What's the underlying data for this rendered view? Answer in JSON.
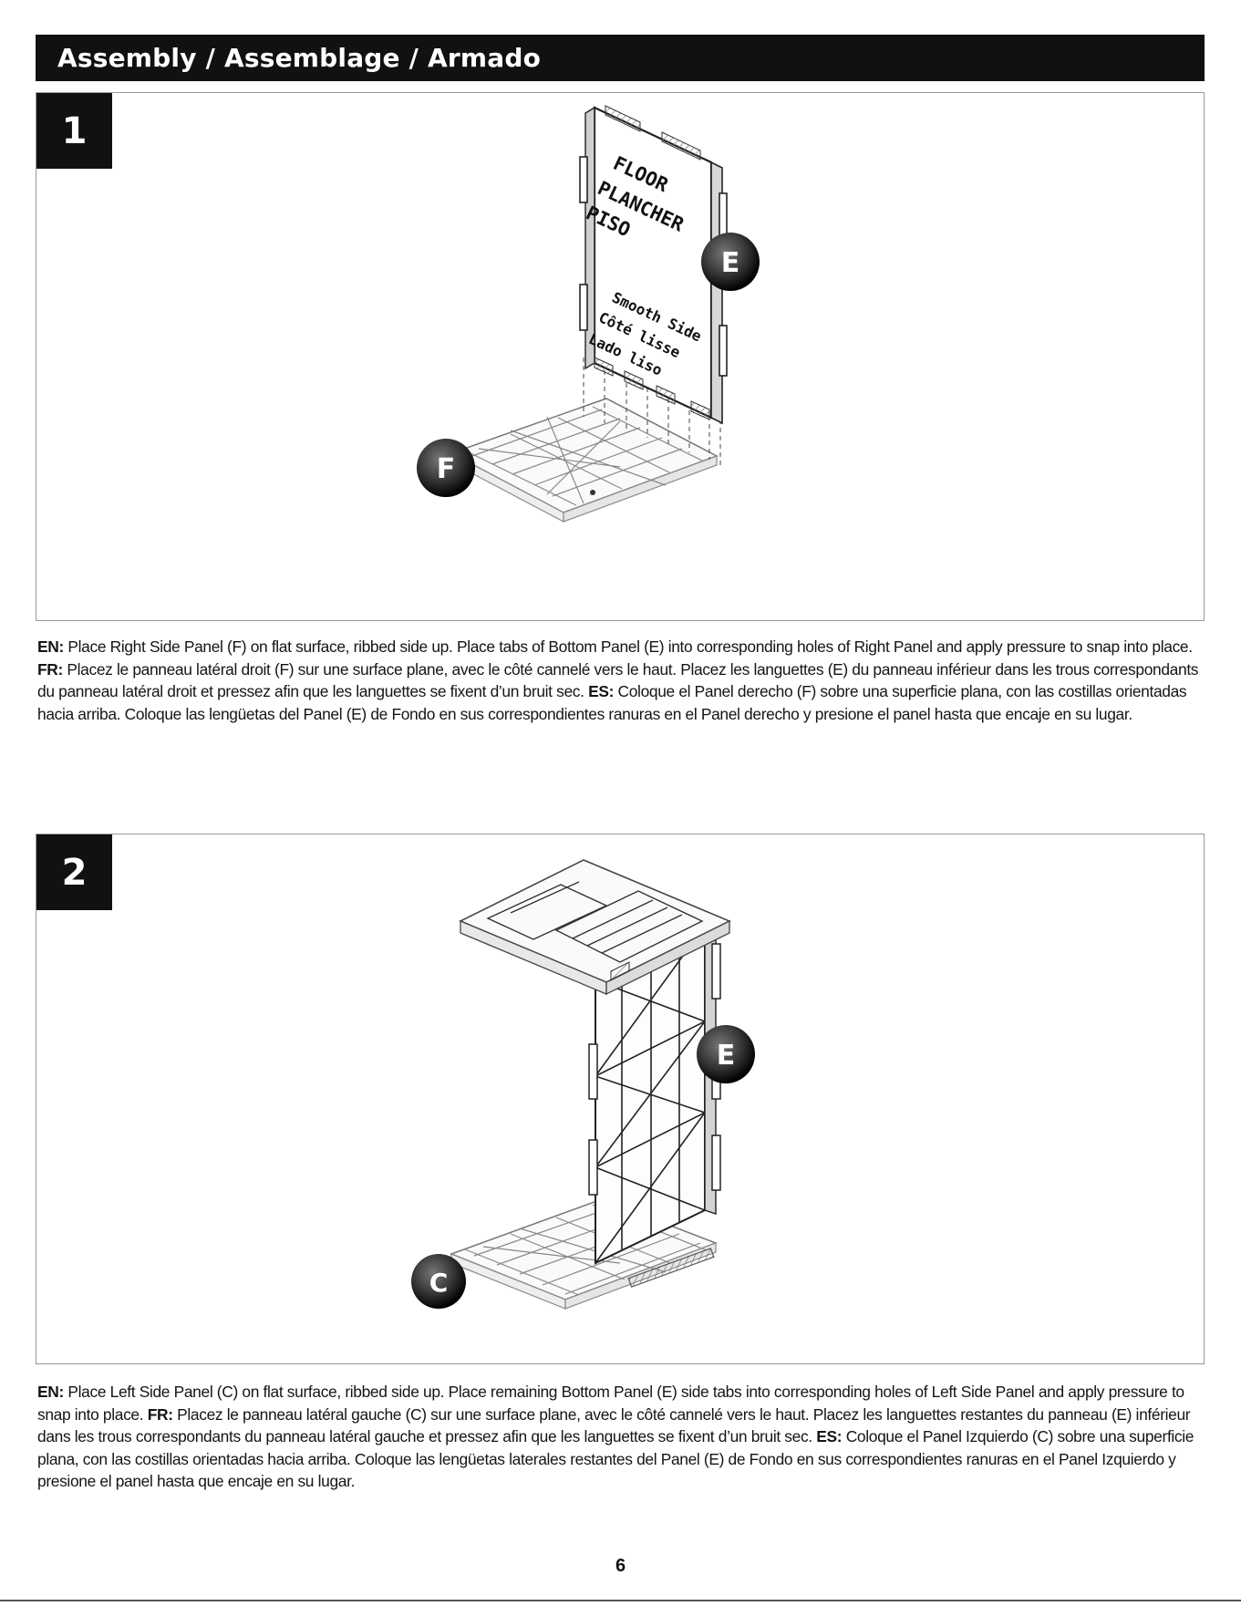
{
  "header": {
    "title": "Assembly / Assemblage / Armado"
  },
  "steps": [
    {
      "number": "1",
      "callouts": {
        "top": "E",
        "bottom": "F"
      },
      "panel_label": [
        "FLOOR",
        "PLANCHER",
        "PISO"
      ],
      "side_label": [
        "Smooth Side",
        "Côté lisse",
        "Lado liso"
      ],
      "instructions": {
        "en_tag": "EN:",
        "en": "Place Right Side Panel (F) on flat surface, ribbed side up. Place tabs of Bottom Panel (E) into corresponding holes of Right Panel and apply pressure to snap into place.",
        "fr_tag": "FR:",
        "fr": "Placez le panneau latéral droit (F) sur une surface plane, avec le côté cannelé vers le haut. Placez les languettes (E) du panneau inférieur dans les trous correspondants du panneau latéral droit et pressez afin que les languettes se fixent d’un bruit sec.",
        "es_tag": "ES:",
        "es": "Coloque el Panel derecho (F) sobre una superficie plana, con las costillas orientadas hacia arriba. Coloque las lengüetas del Panel (E) de Fondo en sus correspondientes ranuras en el Panel derecho y presione el panel hasta que encaje en su lugar."
      }
    },
    {
      "number": "2",
      "callouts": {
        "top": "E",
        "bottom": "C"
      },
      "instructions": {
        "en_tag": "EN:",
        "en": "Place Left Side Panel (C) on flat surface, ribbed side up. Place remaining Bottom Panel (E) side tabs into corresponding holes of Left Side Panel and apply pressure to snap into place.",
        "fr_tag": "FR:",
        "fr": "Placez le panneau latéral gauche (C) sur une surface plane, avec le côté cannelé vers le haut. Placez les languettes restantes du panneau (E) inférieur dans les trous correspondants du panneau latéral gauche et pressez afin que les languettes se fixent d’un bruit sec.",
        "es_tag": "ES:",
        "es": "Coloque el Panel Izquierdo (C) sobre una superficie plana, con las costillas orientadas hacia arriba. Coloque las lengüetas laterales restantes del Panel (E) de Fondo en sus correspondientes ranuras en el Panel Izquierdo y presione el panel hasta que encaje en su lugar."
      }
    }
  ],
  "page_number": "6"
}
